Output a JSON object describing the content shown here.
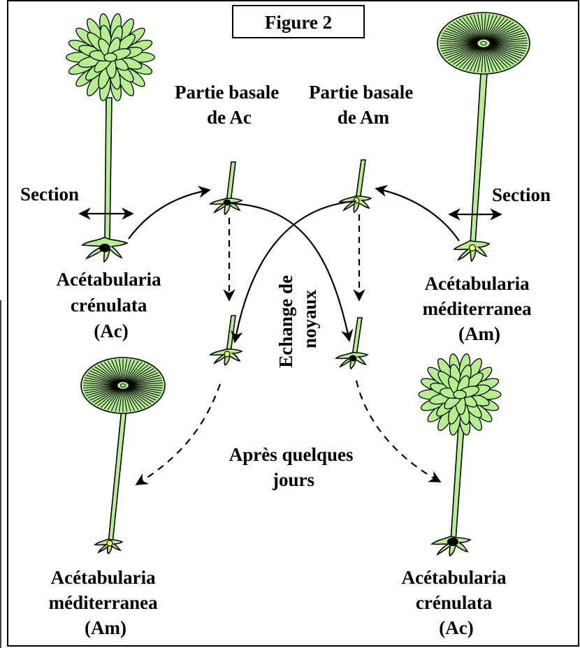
{
  "figure_title": "Figure 2",
  "labels": {
    "partie_basale_ac": [
      "Partie basale",
      "de Ac"
    ],
    "partie_basale_am": [
      "Partie basale",
      "de Am"
    ],
    "section_left": "Section",
    "section_right": "Section",
    "source_ac": [
      "Acétabularia",
      "crénulata",
      "(Ac)"
    ],
    "source_am": [
      "Acétabularia",
      "méditerranea",
      "(Am)"
    ],
    "echange": [
      "Echange de",
      "noyaux"
    ],
    "apres": [
      "Après quelques",
      "jours"
    ],
    "result_am": [
      "Acétabularia",
      "méditerranea",
      "(Am)"
    ],
    "result_ac": [
      "Acétabularia",
      "crénulata",
      "(Ac)"
    ]
  },
  "colors": {
    "plant_fill": "#b4f08c",
    "plant_stroke": "#000000",
    "nucleus_ac": "#000000",
    "nucleus_am": "#ffff3c"
  },
  "icons": {
    "crenulata_cap": "ruffled-cap-icon",
    "mediterranea_cap": "radial-umbrella-cap-icon",
    "rhizoid": "rhizoid-icon"
  }
}
